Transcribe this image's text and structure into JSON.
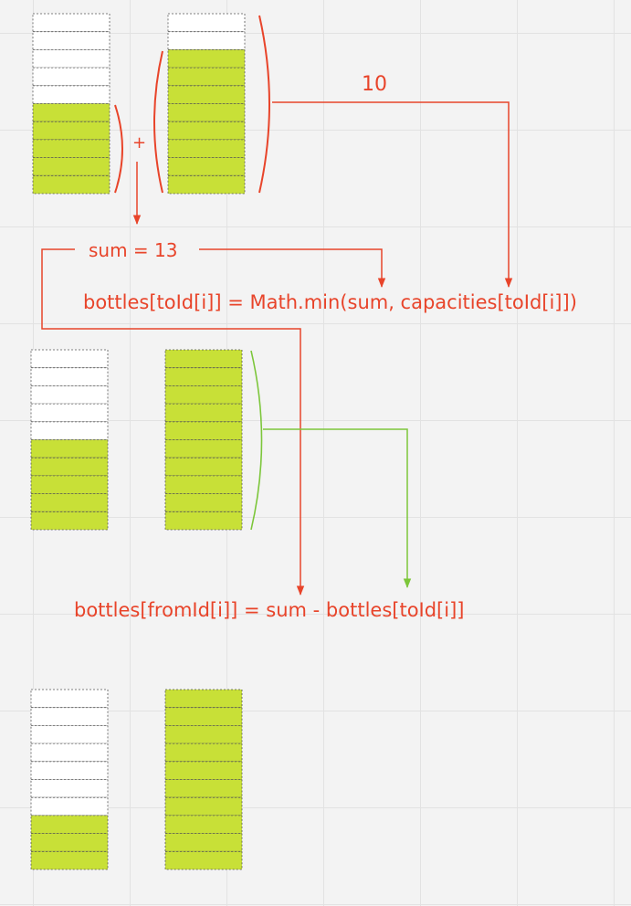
{
  "colors": {
    "background": "#f3f3f3",
    "grid": "#e2e2e2",
    "red": "#e8442a",
    "green_line": "#7cc63a",
    "fill": "#c8e037",
    "empty": "#ffffff",
    "cell_border": "#555555"
  },
  "bottles": [
    {
      "id": "from-step1",
      "capacity": 10,
      "fill": 5
    },
    {
      "id": "to-step1",
      "capacity": 10,
      "fill": 8
    },
    {
      "id": "from-step2",
      "capacity": 10,
      "fill": 5
    },
    {
      "id": "to-step2",
      "capacity": 10,
      "fill": 10
    },
    {
      "id": "from-step3",
      "capacity": 10,
      "fill": 3
    },
    {
      "id": "to-step3",
      "capacity": 10,
      "fill": 10
    }
  ],
  "labels": {
    "ten": "10",
    "plus": "+",
    "sum": "sum = 13",
    "formula_to": "bottles[toId[i]] = Math.min(sum, capacities[toId[i]])",
    "formula_from": "bottles[fromId[i]] = sum - bottles[toId[i]]"
  }
}
